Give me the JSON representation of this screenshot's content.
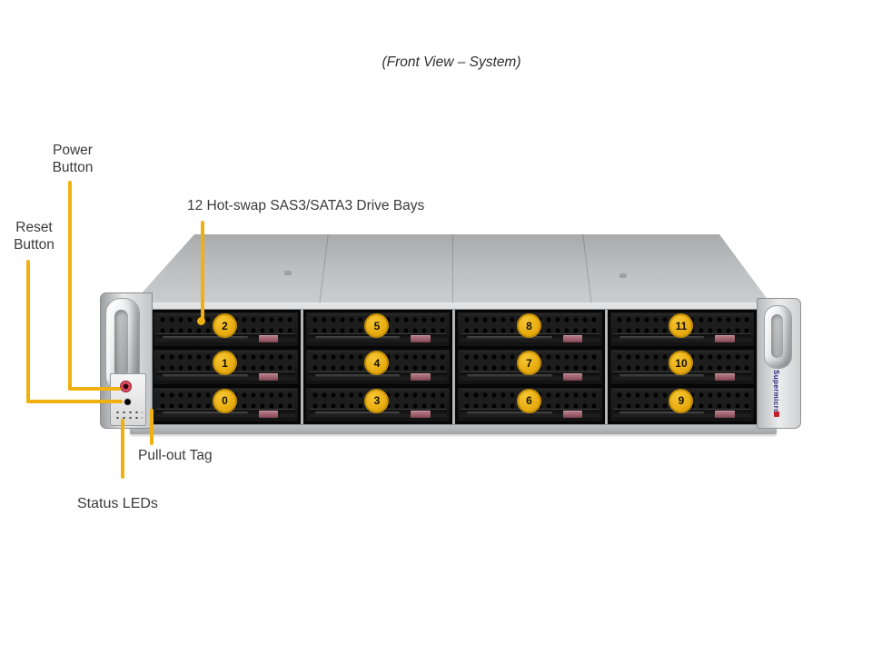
{
  "title": "(Front View – System)",
  "callouts": {
    "power": {
      "line1": "Power",
      "line2": "Button"
    },
    "reset": {
      "line1": "Reset",
      "line2": "Button"
    },
    "drive_bays": "12 Hot-swap SAS3/SATA3 Drive Bays",
    "pull_out_tag": "Pull-out Tag",
    "status_leds": "Status LEDs"
  },
  "chassis": {
    "brand": "Supermicro",
    "bays": {
      "columns": [
        {
          "numbers": [
            "2",
            "1",
            "0"
          ]
        },
        {
          "numbers": [
            "5",
            "4",
            "3"
          ]
        },
        {
          "numbers": [
            "8",
            "7",
            "6"
          ]
        },
        {
          "numbers": [
            "11",
            "10",
            "9"
          ]
        }
      ]
    }
  },
  "colors": {
    "callout": "#F0B011",
    "badge_fill": "#E9AC10",
    "badge_ring": "#C08D06",
    "badge_text": "#151000",
    "latch": "#9D5F6B",
    "brand_text": "#232377",
    "brand_dot": "#C42127"
  }
}
